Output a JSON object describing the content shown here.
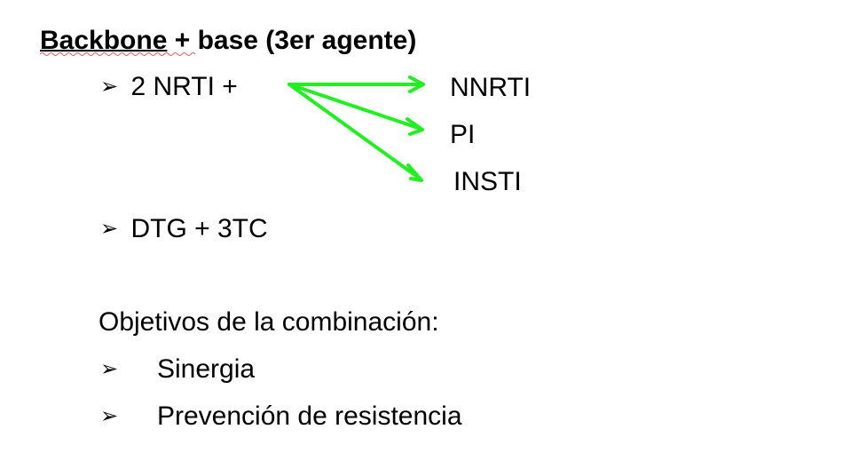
{
  "title": {
    "underlined": "Backbone",
    "rest": " + base (3er agente)"
  },
  "bullet_icon": "arrow-bullet-icon",
  "bullet_glyph": "➢",
  "items": {
    "nrti": "2 NRTI +",
    "dtg": "DTG + 3TC"
  },
  "targets": [
    "NNRTI",
    "PI",
    "INSTI"
  ],
  "objectives": {
    "heading": "Objetivos de la combinación:",
    "list": [
      "Sinergia",
      "Prevención de resistencia"
    ]
  },
  "colors": {
    "arrow": "#22ee22",
    "squiggle": "#e06060"
  }
}
